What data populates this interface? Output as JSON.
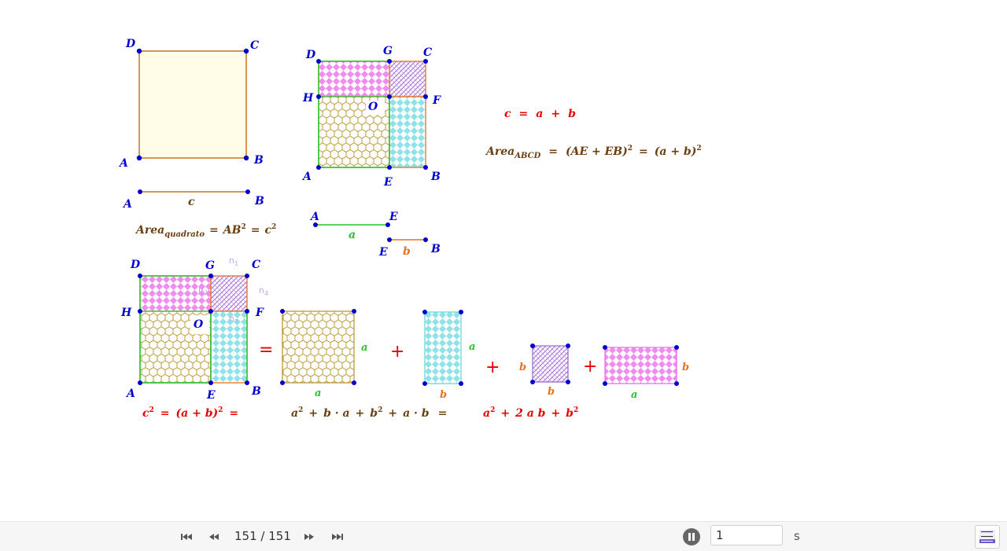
{
  "colors": {
    "blue": "#0000cc",
    "brown": "#6b3f10",
    "red": "#e60000",
    "green": "#2ac02a",
    "orange": "#e8721e",
    "square_border": "#c8741e",
    "square_fill": "#fffde8",
    "pink": "#ee66ee",
    "purple": "#9966cc",
    "cyan": "#5fd4dc",
    "olive": "#b8922a"
  },
  "labels": {
    "A": "A",
    "B": "B",
    "C": "C",
    "D": "D",
    "E": "E",
    "F": "F",
    "G": "G",
    "H": "H",
    "O": "O",
    "a": "a",
    "b": "b",
    "c": "c"
  },
  "faint": {
    "n1": "n",
    "s1": "1",
    "n4": "n",
    "s4": "4",
    "n2": "n",
    "s2": "2",
    "n7": "n",
    "s7": "7"
  },
  "formulas": {
    "c_eq": {
      "c": "c",
      "eq": "=",
      "a": "a",
      "plus": "+",
      "b": "b"
    },
    "area_sq": {
      "area": "Area",
      "sub": "quadrato",
      "eq1": "=",
      "ab": "AB",
      "exp": "2",
      "eq2": "=",
      "c": "c",
      "exp2": "2"
    },
    "area_abcd": {
      "area": "Area",
      "sub": "ABCD",
      "eq1": "=",
      "lhs": "(AE + EB)",
      "exp": "2",
      "eq2": "=",
      "rhs": "(a + b)",
      "exp2": "2"
    },
    "bottom1": {
      "c": "c",
      "exp": "2",
      "eq": "=",
      "expr": "(a + b)",
      "exp2": "2",
      "eq2": "="
    },
    "bottom2": {
      "a": "a",
      "exp1": "2",
      "p1": "+",
      "ba": "b · a",
      "p2": "+",
      "b": "b",
      "exp2": "2",
      "p3": "+",
      "ab": "a · b",
      "eq": "="
    },
    "bottom3": {
      "a": "a",
      "exp1": "2",
      "p1": "+",
      "mid": "2 a b",
      "p2": "+",
      "b": "b",
      "exp2": "2"
    }
  },
  "operators": {
    "equals": "=",
    "plus": "+"
  },
  "toolbar": {
    "frame_current": "151",
    "frame_total": "151",
    "frame_sep": " / ",
    "speed_value": "1",
    "speed_unit": "s",
    "icons": [
      "skip-to-start-icon",
      "step-back-icon",
      "step-forward-icon",
      "skip-to-end-icon",
      "pause-icon",
      "algebra-view-icon"
    ]
  }
}
